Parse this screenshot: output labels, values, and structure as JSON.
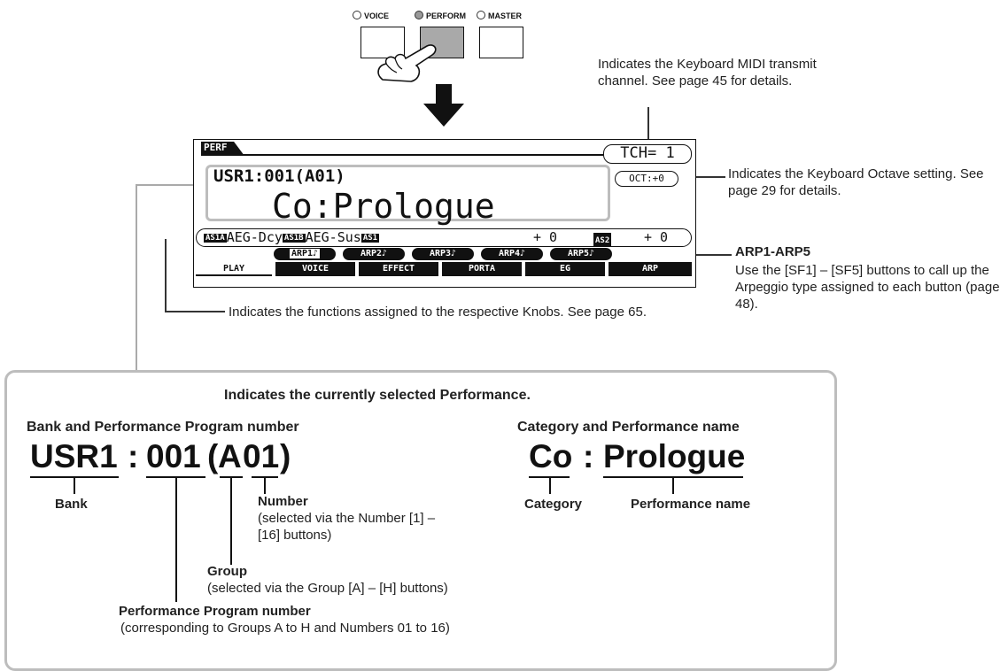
{
  "mode_buttons": {
    "voice_label": "VOICE",
    "perform_label": "PERFORM",
    "master_label": "MASTER",
    "active": "PERFORM"
  },
  "lcd": {
    "mode_tag": "PERF",
    "transmit_channel": "TCH= 1",
    "octave": "OCT:+0",
    "program_line": "USR1:001(A01)",
    "performance_display": "Co:Prologue",
    "knob_row": {
      "as1a_tag": "AS1A",
      "as1a_value": "AEG-Dcy",
      "as1b_tag": "AS1B",
      "as1b_value": "AEG-Sus",
      "as1_tag": "AS1",
      "as1_value": "+ 0",
      "as2_tag": "AS2",
      "as2_value": "+ 0"
    },
    "arp_buttons": [
      "ARP1♪",
      "ARP2♪",
      "ARP3♪",
      "ARP4♪",
      "ARP5♪"
    ],
    "menu_tabs": [
      "PLAY",
      "VOICE",
      "EFFECT",
      "PORTA",
      "EG",
      "ARP"
    ]
  },
  "callouts": {
    "tch": "Indicates the Keyboard MIDI transmit channel. See page 45 for details.",
    "oct": "Indicates the Keyboard Octave setting. See page 29 for details.",
    "arp_title": "ARP1-ARP5",
    "arp_body": "Use the [SF1] – [SF5] buttons to call up the Arpeggio type assigned to each button (page 48).",
    "knobs": "Indicates the functions assigned to the respective Knobs. See page 65."
  },
  "detail": {
    "heading": "Indicates the currently selected Performance.",
    "left_title": "Bank and Performance Program number",
    "right_title": "Category and Performance name",
    "code_bank": "USR1",
    "code_sep": ":",
    "code_number": "001",
    "code_group_open": "(",
    "code_group": "A",
    "code_num2": "01",
    "code_group_close": ")",
    "right_category": "Co",
    "right_sep": ":",
    "right_name": "Prologue",
    "bank_label": "Bank",
    "number_label": "Number",
    "number_note": "(selected via the Number [1] – [16] buttons)",
    "group_label": "Group",
    "group_note": "(selected via the Group [A] – [H] buttons)",
    "ppn_label": "Performance Program number",
    "ppn_note": "(corresponding to Groups A to H and Numbers 01 to 16)",
    "category_label": "Category",
    "perf_name_label": "Performance name"
  }
}
